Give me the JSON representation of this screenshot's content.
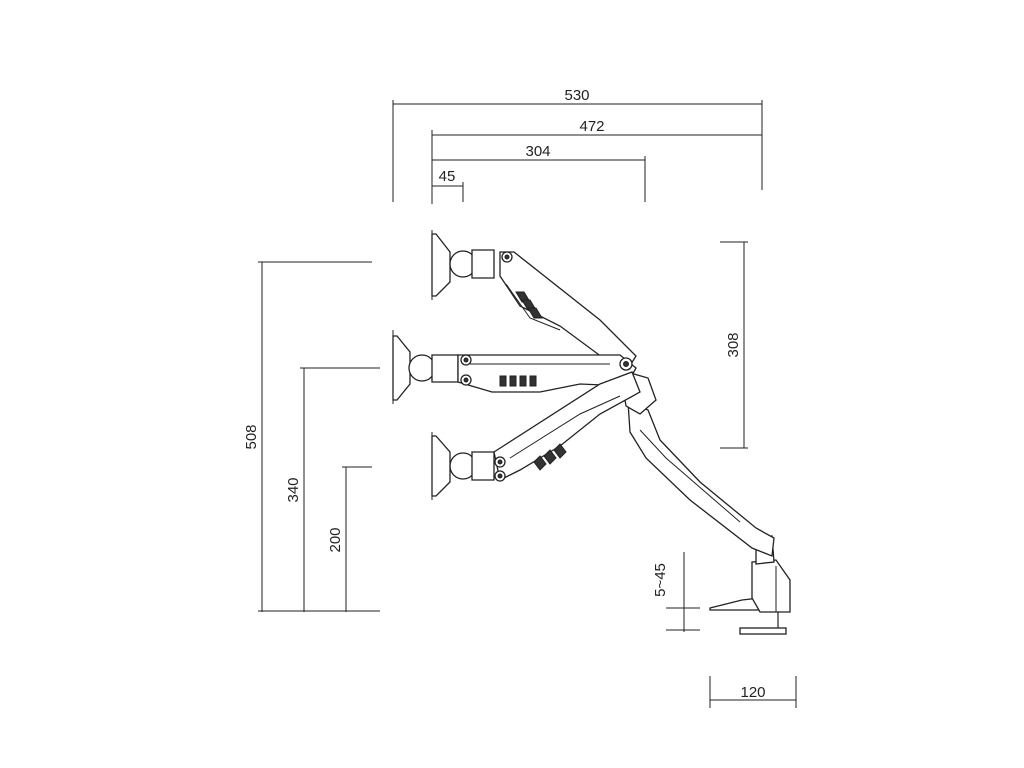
{
  "dimensions": {
    "total_width": "530",
    "arm_reach": "472",
    "mid_reach": "304",
    "tilt_offset": "45",
    "total_height": "508",
    "mid_height": "340",
    "low_height": "200",
    "vertical_travel": "308",
    "clamp_range": "5~45",
    "base_width": "120"
  },
  "colors": {
    "line": "#222222",
    "background": "#ffffff"
  }
}
